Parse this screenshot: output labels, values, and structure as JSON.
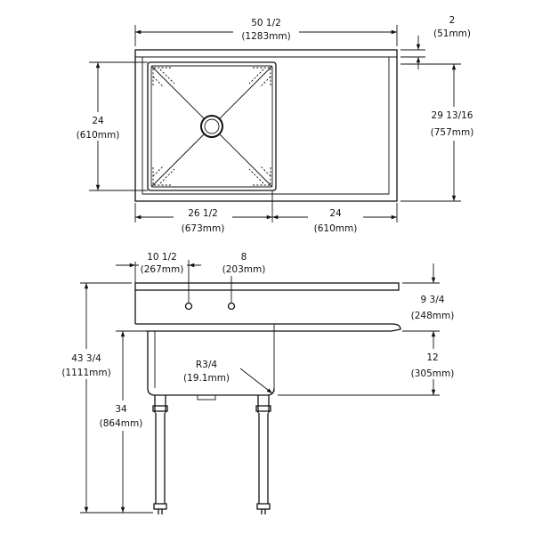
{
  "top_view": {
    "overall_width": {
      "imperial": "50 1/2",
      "metric": "(1283mm)"
    },
    "backsplash_height": {
      "imperial": "2",
      "metric": "(51mm)"
    },
    "bowl_depth_front_back": {
      "imperial": "24",
      "metric": "(610mm)"
    },
    "overall_depth": {
      "imperial": "29 13/16",
      "metric": "(757mm)"
    },
    "bowl_width": {
      "imperial": "26 1/2",
      "metric": "(673mm)"
    },
    "drainboard_width": {
      "imperial": "24",
      "metric": "(610mm)"
    }
  },
  "front_view": {
    "faucet_offset": {
      "imperial": "10 1/2",
      "metric": "(267mm)"
    },
    "faucet_spacing": {
      "imperial": "8",
      "metric": "(203mm)"
    },
    "backsplash_total_height": {
      "imperial": "9 3/4",
      "metric": "(248mm)"
    },
    "overall_height": {
      "imperial": "43 3/4",
      "metric": "(1111mm)"
    },
    "bowl_depth": {
      "imperial": "12",
      "metric": "(305mm)"
    },
    "corner_radius": {
      "imperial": "R3/4",
      "metric": "(19.1mm)"
    },
    "rim_height": {
      "imperial": "34",
      "metric": "(864mm)"
    }
  },
  "colors": {
    "line": "#111111",
    "background": "#ffffff"
  }
}
